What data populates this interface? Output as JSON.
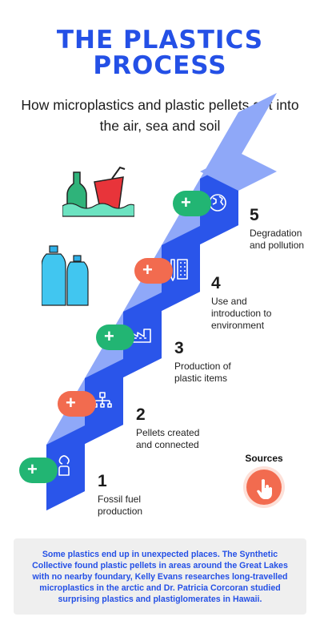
{
  "title_line1": "THE PLASTICS",
  "title_line2": "PROCESS",
  "subtitle": "How microplastics and plastic pellets get into the air, sea and soil",
  "steps": [
    {
      "number": "1",
      "text": "Fossil fuel production",
      "icon": "fossil-fuel-icon",
      "button": "+",
      "button_color": "#22b573"
    },
    {
      "number": "2",
      "text": "Pellets created and connected",
      "icon": "network-icon",
      "button": "+",
      "button_color": "#f26b4f"
    },
    {
      "number": "3",
      "text": "Production of plastic items",
      "icon": "factory-icon",
      "button": "+",
      "button_color": "#22b573"
    },
    {
      "number": "4",
      "text": "Use and introduction to environment",
      "icon": "pen-blister-icon",
      "button": "+",
      "button_color": "#f26b4f"
    },
    {
      "number": "5",
      "text": "Degradation and pollution",
      "icon": "globe-icon",
      "button": "+",
      "button_color": "#22b573"
    }
  ],
  "sources": {
    "label": "Sources",
    "icon": "pointer-hand-icon"
  },
  "note": "Some plastics end up in unexpected places. The Synthetic Collective found plastic pellets in areas around the Great Lakes with no nearby foundary, Kelly Evans researches long-travelled microplastics in the arctic and Dr. Patricia Corcoran studied surprising plastics and plastiglomerates in Hawaii.",
  "colors": {
    "accent": "#2450e6",
    "green": "#22b573",
    "red": "#f26b4f",
    "step_blue": "#2a55ea",
    "step_light": "#8fa8f8"
  }
}
